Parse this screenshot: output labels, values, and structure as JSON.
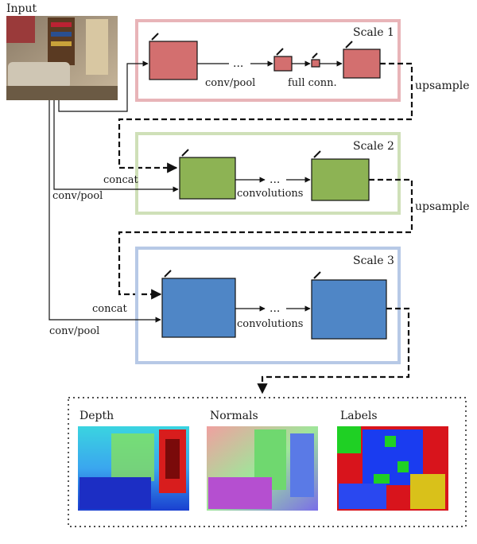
{
  "input_label": "Input",
  "scale1": {
    "title": "Scale 1",
    "conv_pool": "conv/pool",
    "full_conn": "full conn.",
    "ellipsis": "..."
  },
  "scale2": {
    "title": "Scale 2",
    "convolutions": "convolutions",
    "ellipsis": "..."
  },
  "scale3": {
    "title": "Scale 3",
    "convolutions": "convolutions",
    "ellipsis": "..."
  },
  "upsample_1": "upsample",
  "upsample_2": "upsample",
  "concat_2": "concat",
  "concat_3": "concat",
  "convpool_2": "conv/pool",
  "convpool_3": "conv/pool",
  "outputs": {
    "depth": "Depth",
    "normals": "Normals",
    "labels": "Labels"
  },
  "colors": {
    "scale1_frame": "#e8b4b8",
    "scale1_block": "#d36f6f",
    "scale2_frame": "#cfe0b8",
    "scale2_block": "#8db354",
    "scale3_frame": "#b7c9e6",
    "scale3_block": "#4f86c6"
  }
}
